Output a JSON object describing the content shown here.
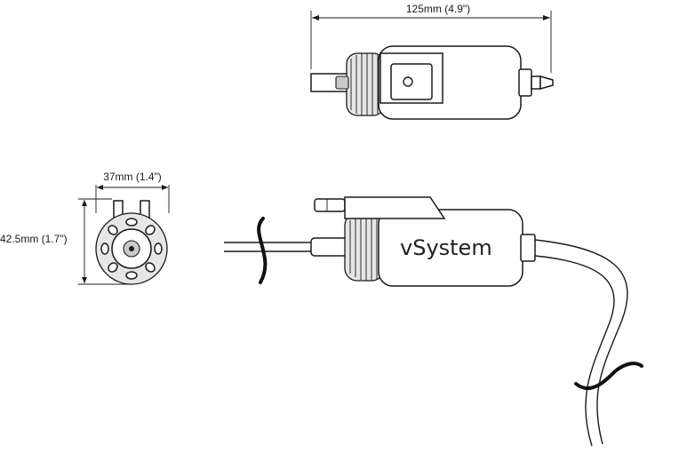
{
  "dimensions": {
    "length": "125mm (4.9\")",
    "diameter": "37mm (1.4\")",
    "height": "42.5mm (1.7\")"
  },
  "brand_label": "vSystem",
  "colors": {
    "line": "#1a1a1a",
    "cap_fill": "#e6e6e6",
    "background": "#ffffff"
  }
}
